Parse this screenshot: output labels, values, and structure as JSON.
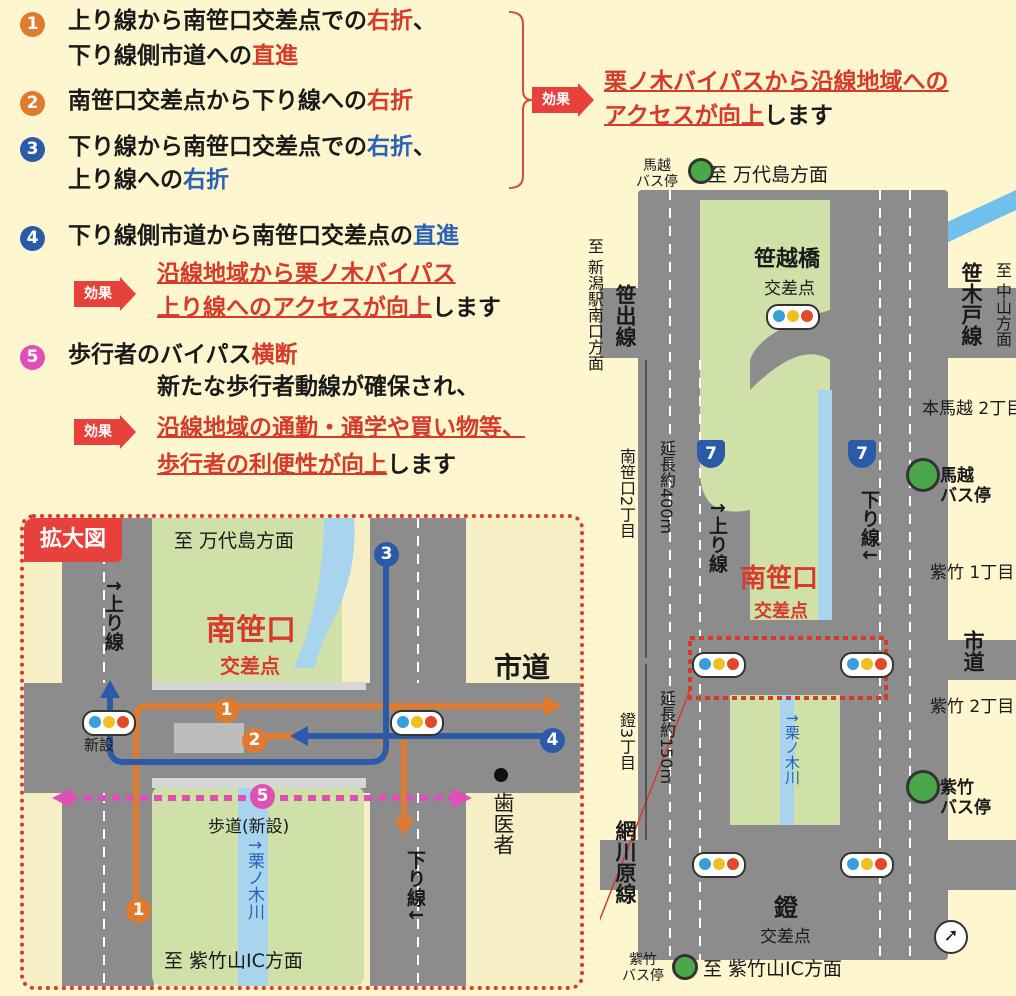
{
  "items": [
    {
      "num": "1",
      "l1a": "上り線から南笹口交差点での",
      "l1b": "右折",
      "l1c": "、",
      "l2a": "下り線側市道への",
      "l2b": "直進"
    },
    {
      "num": "2",
      "l1a": "南笹口交差点から下り線への",
      "l1b": "右折"
    },
    {
      "num": "3",
      "l1a": "下り線から南笹口交差点での",
      "l1b": "右折",
      "l1c": "、",
      "l2a": "上り線への",
      "l2b": "右折"
    },
    {
      "num": "4",
      "l1a": "下り線側市道から南笹口交差点の",
      "l1b": "直進"
    },
    {
      "num": "5",
      "l1a": "歩行者のバイパス",
      "l1b": "横断"
    }
  ],
  "effect_label": "効果",
  "effect1": {
    "line1": "栗ノ木バイパスから沿線地域への",
    "line2a": "アクセスが向上",
    "line2b": "します"
  },
  "effect4": {
    "line1": "沿線地域から栗ノ木バイパス",
    "line2a": "上り線へのアクセスが向上",
    "line2b": "します"
  },
  "effect5": {
    "intro": "新たな歩行者動線が確保され、",
    "line1": "沿線地域の通勤・通学や買い物等、",
    "line2a": "歩行者の利便性が向上",
    "line2b": "します"
  },
  "inset": {
    "title": "拡大図",
    "top": "至 万代島方面",
    "bottom": "至 紫竹山IC方面",
    "up_line": "↑上り線",
    "down_line": "下り線↓",
    "intersection": "南笹口",
    "intersection_sub": "交差点",
    "city_road": "市道",
    "new_signal": "新設",
    "sidewalk": "歩道(新設)",
    "river": "↑栗ノ木川",
    "dentist": "歯医者"
  },
  "map": {
    "top": "至 万代島方面",
    "bottom": "至 紫竹山IC方面",
    "bus_stop_top": "馬越\nバス停",
    "bus_stop_bottom": "紫竹\nバス停",
    "left_dir": "至 新潟駅南口方面",
    "right_dir": "至 中山方面",
    "sasade": "笹出線",
    "sagito": "笹木戸線",
    "sasagoshi": "笹越橋",
    "sasagoshi_sub": "交差点",
    "honmagoshi": "本馬越\n2丁目",
    "magoshi_stop": "馬越\nバス停",
    "shichiku1": "紫竹\n1丁目",
    "shichiku2": "紫竹\n2丁目",
    "shichiku_stop": "紫竹\nバス停",
    "minami_sasaguchi": "南笹口2丁目",
    "kagi3": "鐙3丁目",
    "len400": "延長約400m",
    "len150": "延長約150m",
    "up_line": "↑上り線",
    "down_line": "下り線↓",
    "intersection": "南笹口",
    "intersection_sub": "交差点",
    "city_road": "市道",
    "amikawara": "網川原線",
    "abumi": "鐙",
    "abumi_sub": "交差点",
    "river": "↑栗ノ木川",
    "route": "7"
  }
}
